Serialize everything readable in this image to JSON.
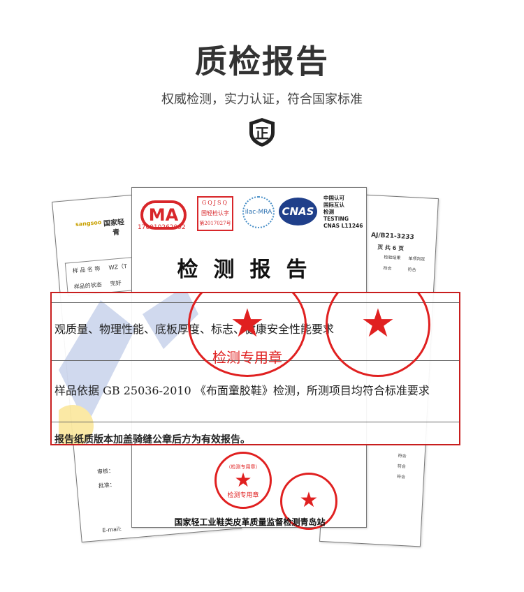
{
  "header": {
    "title": "质检报告",
    "subtitle": "权威检测，实力认证，符合国家标准",
    "icon": "shield-zheng-icon",
    "icon_text": "正"
  },
  "doc_left": {
    "company_logo": "sangsoo",
    "issuer": "国家轻",
    "issuer2": "青",
    "row1_label": "样 品 名 称",
    "row1_value": "WZ（T",
    "row2_label": "样品的状态",
    "row2_value": "完好",
    "reviewer": "审核：",
    "approver": "批准：",
    "email": "E-mail:"
  },
  "doc_right": {
    "report_no": "AJ/B21-3233",
    "pages": "页 共 6 页",
    "col1": "检验结果",
    "col2": "单项判定",
    "results": [
      "符合",
      "符合",
      "符合",
      "符合",
      "符合"
    ]
  },
  "doc_main": {
    "ma_number": "170010262092",
    "ma_label": "MA",
    "gqjsq": [
      "GQJSQ",
      "国轻检认字",
      "第2017027号"
    ],
    "ilac": "ilac-MRA",
    "cnas": "CNAS",
    "cnas_text": [
      "中国认可",
      "国际互认",
      "检测",
      "TESTING",
      "CNAS L11246"
    ],
    "heading": "检测报告",
    "stamp_text": "（检测专用章）",
    "stamp_bottom": "检测专用章",
    "footer": "国家轻工业鞋类皮革质量监督检测青岛站"
  },
  "callout": {
    "row1": "观质量、物理性能、底板厚度、标志、健康安全性能要求",
    "row2": "样品依据 GB 25036-2010 《布面童胶鞋》检测，所测项目均符合标准要求",
    "row3": "报告纸质版本加盖骑缝公章后方为有效报告。",
    "stamp_text": "检测专用章"
  },
  "colors": {
    "red": "#d8262a",
    "text": "#333333",
    "cnas_blue": "#1f3f8a"
  }
}
